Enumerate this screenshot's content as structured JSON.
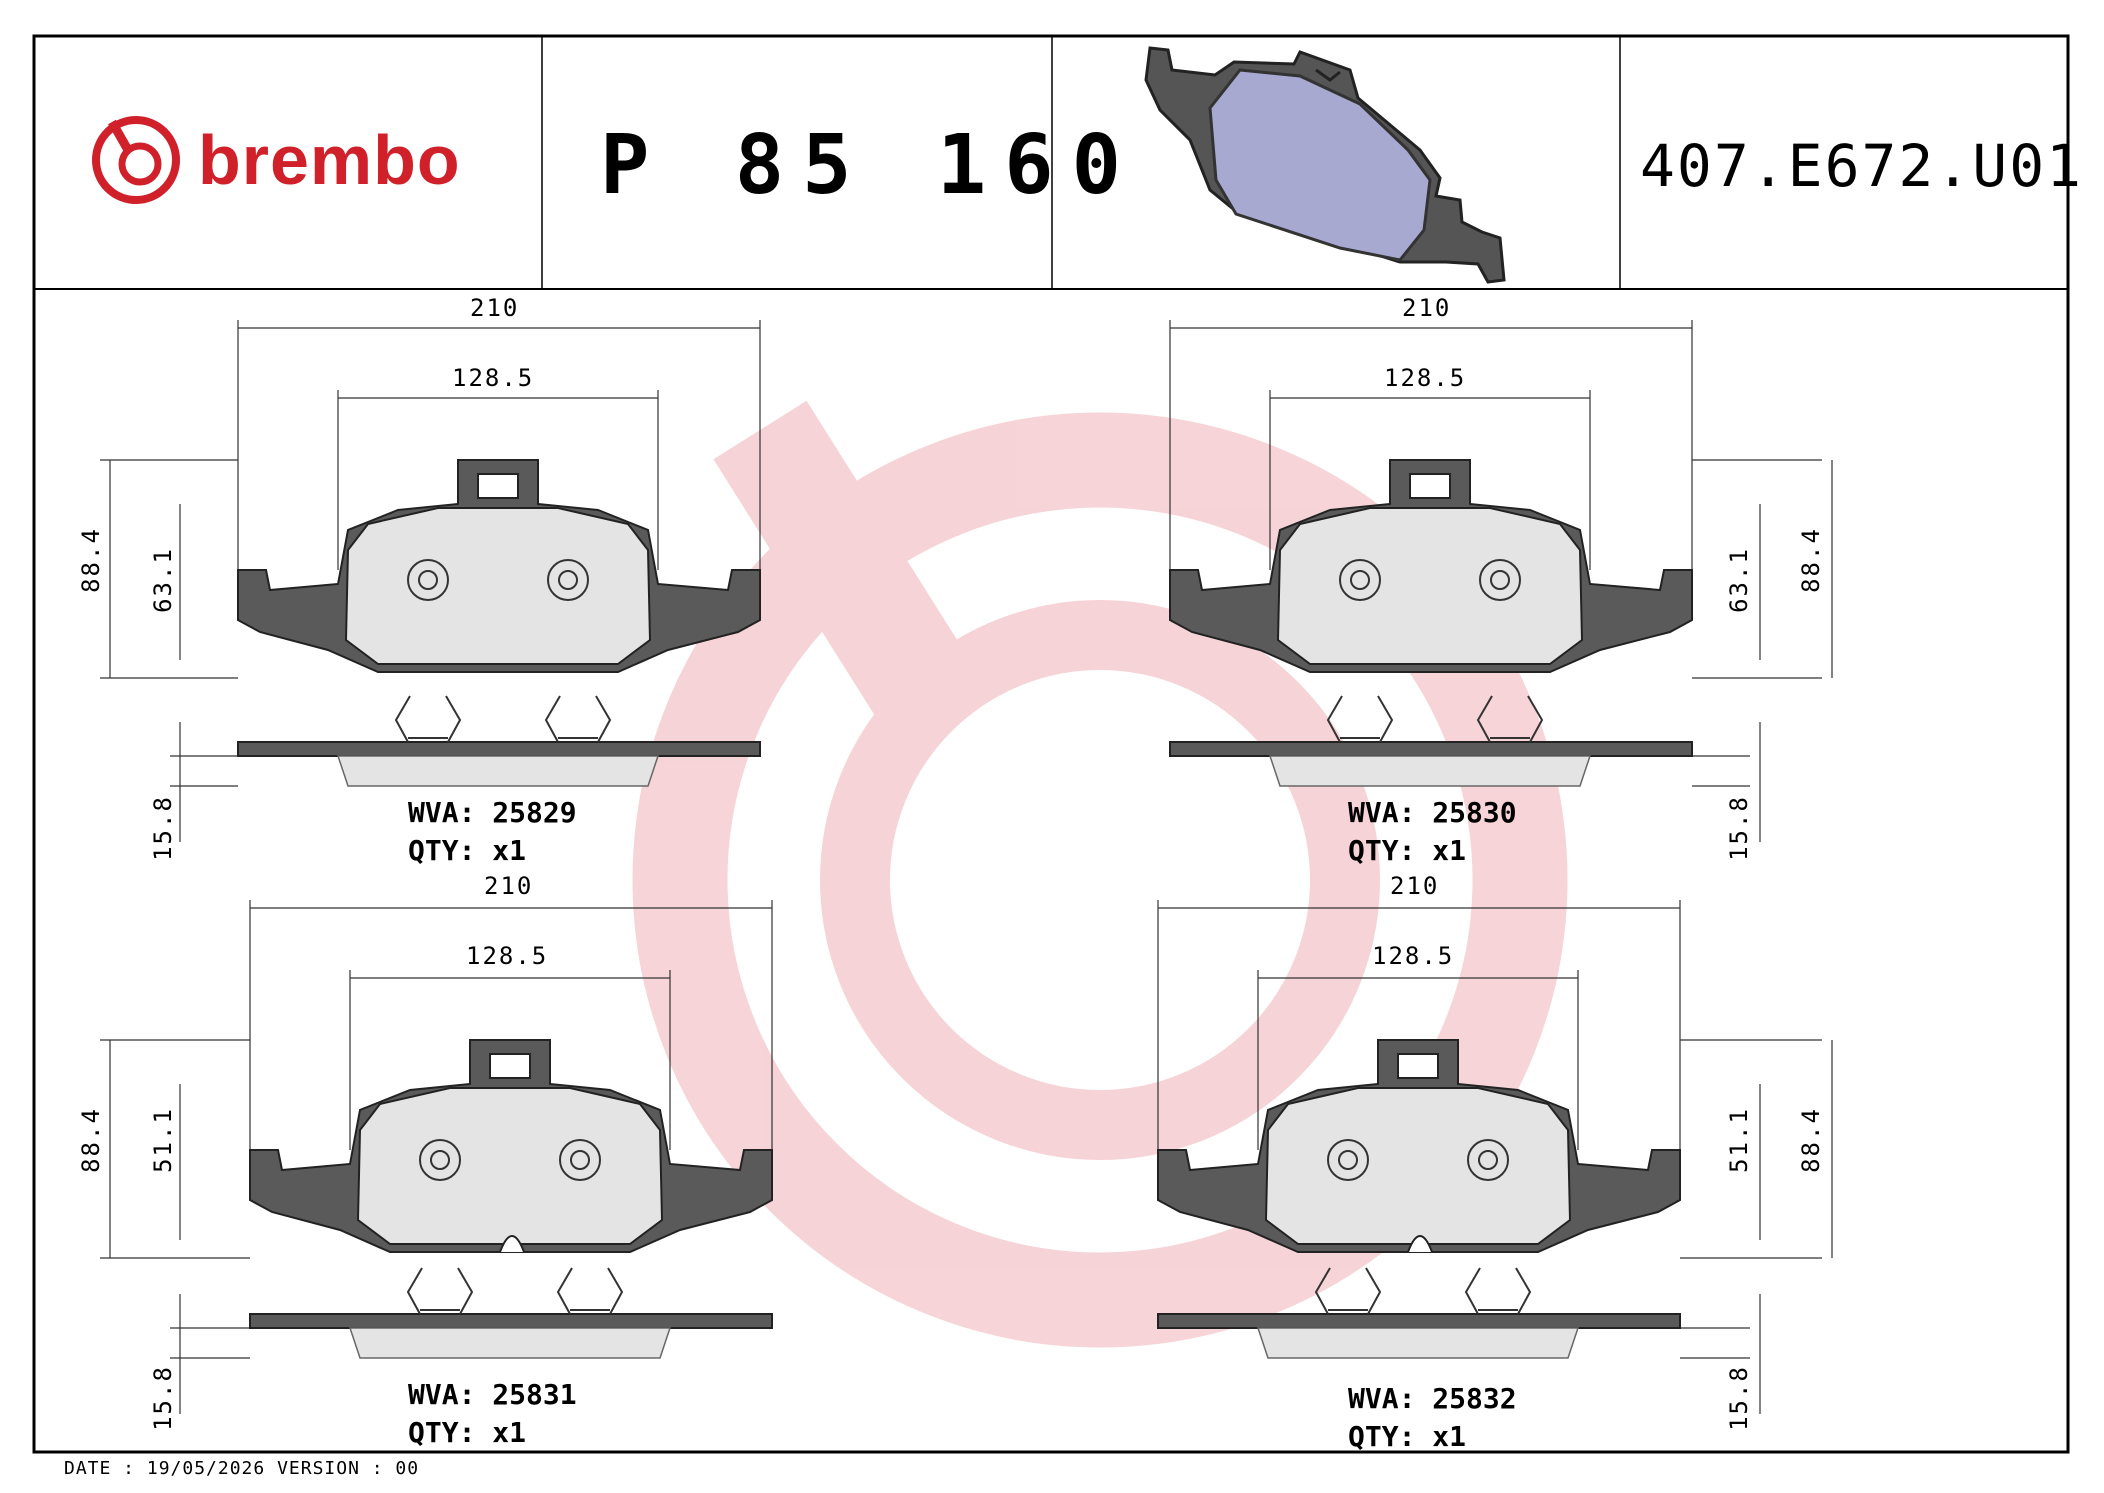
{
  "header": {
    "brand": "brembo",
    "part_number": "P 85 160",
    "reference": "407.E672.U01"
  },
  "footer": {
    "date_label": "DATE",
    "date_value": "19/05/2026",
    "version_label": "VERSION",
    "version_value": "00",
    "line": "DATE : 19/05/2026 VERSION : 00"
  },
  "pads": [
    {
      "width": "210",
      "spacing": "128.5",
      "height": "88.4",
      "inner_height": "63.1",
      "thickness": "15.8",
      "wva_label": "WVA:",
      "wva_value": "25829",
      "qty_label": "QTY:",
      "qty_value": "x1"
    },
    {
      "width": "210",
      "spacing": "128.5",
      "height": "88.4",
      "inner_height": "63.1",
      "thickness": "15.8",
      "wva_label": "WVA:",
      "wva_value": "25830",
      "qty_label": "QTY:",
      "qty_value": "x1"
    },
    {
      "width": "210",
      "spacing": "128.5",
      "height": "88.4",
      "inner_height": "51.1",
      "thickness": "15.8",
      "wva_label": "WVA:",
      "wva_value": "25831",
      "qty_label": "QTY:",
      "qty_value": "x1"
    },
    {
      "width": "210",
      "spacing": "128.5",
      "height": "88.4",
      "inner_height": "51.1",
      "thickness": "15.8",
      "wva_label": "WVA:",
      "wva_value": "25832",
      "qty_label": "QTY:",
      "qty_value": "x1"
    }
  ],
  "colors": {
    "brand_red": "#d0202a",
    "watermark": "#f6d0d3",
    "backing_plate": "#5a5a5a",
    "friction": "#e4e4e4",
    "preview_pad": "#a7a9d0"
  }
}
